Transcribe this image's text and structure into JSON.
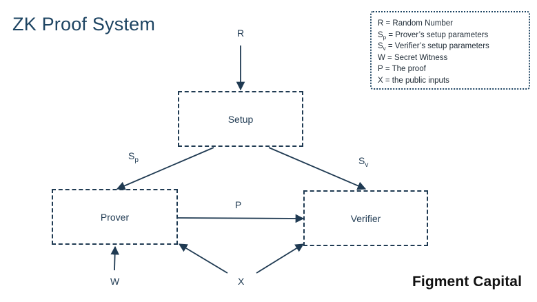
{
  "title": "ZK Proof System",
  "legend": {
    "items": [
      {
        "symbol": "R",
        "sub": "",
        "text": " = Random Number"
      },
      {
        "symbol": "S",
        "sub": "p",
        "text": " = Prover’s setup parameters"
      },
      {
        "symbol": "S",
        "sub": "v",
        "text": " = Verifier’s setup parameters"
      },
      {
        "symbol": "W",
        "sub": "",
        "text": " = Secret Witness"
      },
      {
        "symbol": "P",
        "sub": "",
        "text": " = The proof"
      },
      {
        "symbol": "X",
        "sub": "",
        "text": " = the public inputs"
      }
    ]
  },
  "nodes": {
    "setup": "Setup",
    "prover": "Prover",
    "verifier": "Verifier"
  },
  "edge_labels": {
    "r": "R",
    "sp_main": "S",
    "sp_sub": "p",
    "sv_main": "S",
    "sv_sub": "v",
    "p": "P",
    "w": "W",
    "x": "X"
  },
  "brand": "Figment Capital",
  "colors": {
    "stroke": "#1f3a52",
    "title": "#1d4462",
    "brand": "#111111"
  }
}
